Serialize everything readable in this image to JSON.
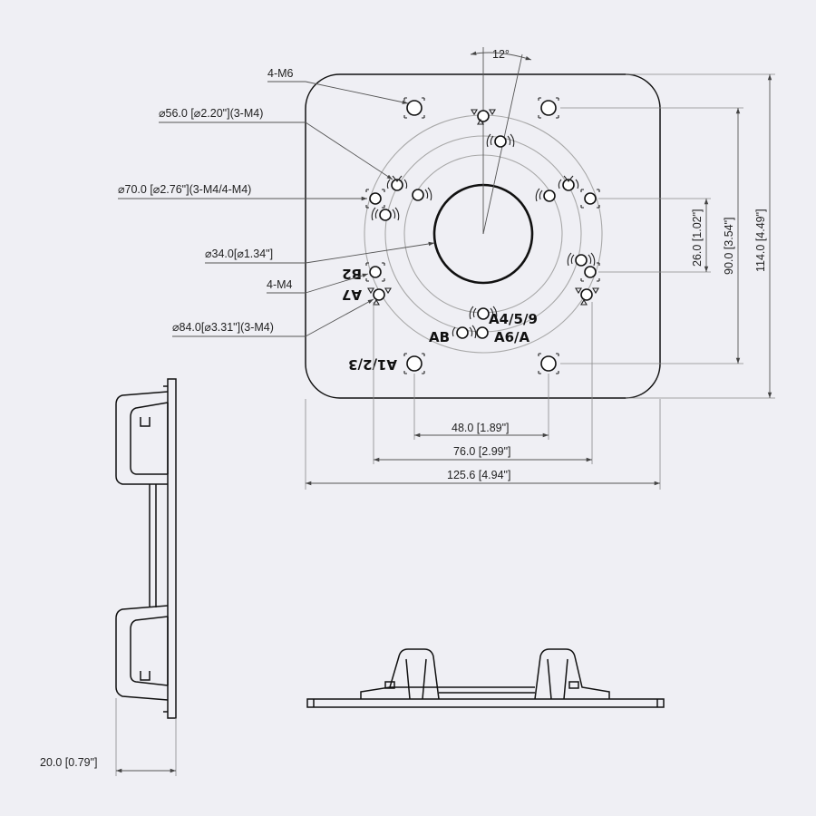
{
  "angle_label": "12°",
  "callouts": {
    "m6": "4-M6",
    "d56": "⌀56.0 [⌀2.20\"](3-M4)",
    "d70": "⌀70.0 [⌀2.76\"](3-M4/4-M4)",
    "d34": "⌀34.0[⌀1.34\"]",
    "m4": "4-M4",
    "d84": "⌀84.0[⌀3.31\"](3-M4)"
  },
  "hole_marks": {
    "b2": "B2",
    "a7": "A7",
    "a459": "A4/5/9",
    "ab": "AB",
    "a6a": "A6/A",
    "a123": "A1/2/3"
  },
  "dimensions": {
    "w48": "48.0 [1.89\"]",
    "w76": "76.0 [2.99\"]",
    "w1256": "125.6 [4.94\"]",
    "h26": "26.0 [1.02\"]",
    "h90": "90.0 [3.54\"]",
    "h114": "114.0 [4.49\"]",
    "depth20": "20.0 [0.79\"]"
  }
}
